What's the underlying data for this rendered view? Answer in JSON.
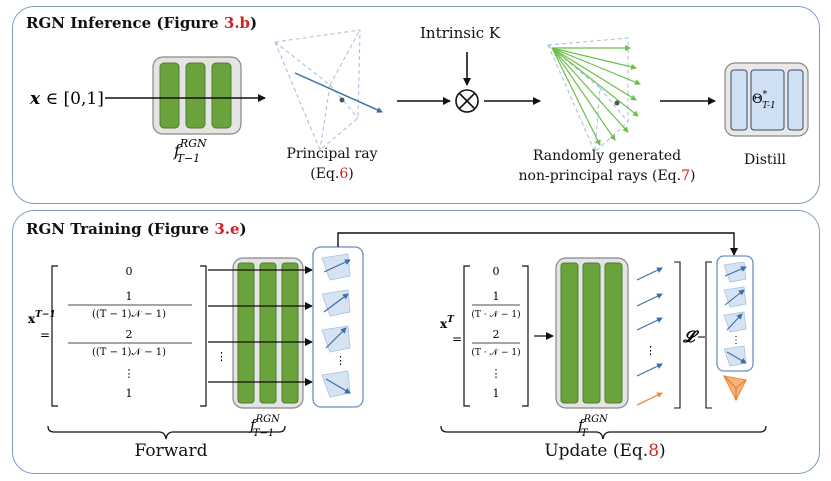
{
  "panel_inference": {
    "title_main": "RGN Inference (Figure ",
    "title_ref": "3.b",
    "title_close": ")",
    "input_label": "x ∈ [0,1]",
    "network_label": "f",
    "network_sup": "RGN",
    "network_sub": "T−1",
    "intrinsic_label": "Intrinsic K",
    "principal_label": "Principal ray",
    "principal_eq_open": "(Eq.",
    "principal_eq_ref": "6",
    "principal_eq_close": ")",
    "random_line1": "Randomly generated",
    "random_line2_main": "non-principal rays (Eq.",
    "random_line2_ref": "7",
    "random_line2_close": ")",
    "theta_label": "Θ",
    "theta_sup": "*",
    "theta_sub": "T-1",
    "distill_label": "Distill",
    "operator_symbol": "⊗"
  },
  "panel_training": {
    "title_main": "RGN Training (Figure ",
    "title_ref": "3.e",
    "title_close": ")",
    "forward_vector_label": "x",
    "forward_vector_sup": "T−1",
    "forward_entries": [
      "0",
      "1",
      "((T − 1)𝒩 − 1)",
      "2",
      "((T − 1)𝒩 − 1)",
      "⋮",
      "1"
    ],
    "update_vector_label": "x",
    "update_vector_sup": "T",
    "update_entries": [
      "0",
      "1",
      "(T · 𝒩 − 1)",
      "2",
      "(T · 𝒩 − 1)",
      "⋮",
      "1"
    ],
    "forward_net_label": "f",
    "forward_net_sup": "RGN",
    "forward_net_sub": "T−1",
    "update_net_label": "f",
    "update_net_sup": "RGN",
    "update_net_sub": "T",
    "loss_label": "𝓛",
    "forward_caption": "Forward",
    "update_caption_main": "Update (Eq.",
    "update_caption_ref": "8",
    "update_caption_close": ")",
    "equals": "=",
    "vdots": "⋮"
  },
  "colors": {
    "panel_border": "#7a9cc6",
    "layer_green": "#6aa23c",
    "ray_blue": "#3d6ea8",
    "ray_green": "#6cbf4a",
    "ray_orange": "#f08c3a",
    "ref_red": "#d21f1f",
    "theta_fill": "#cfe0f5"
  }
}
